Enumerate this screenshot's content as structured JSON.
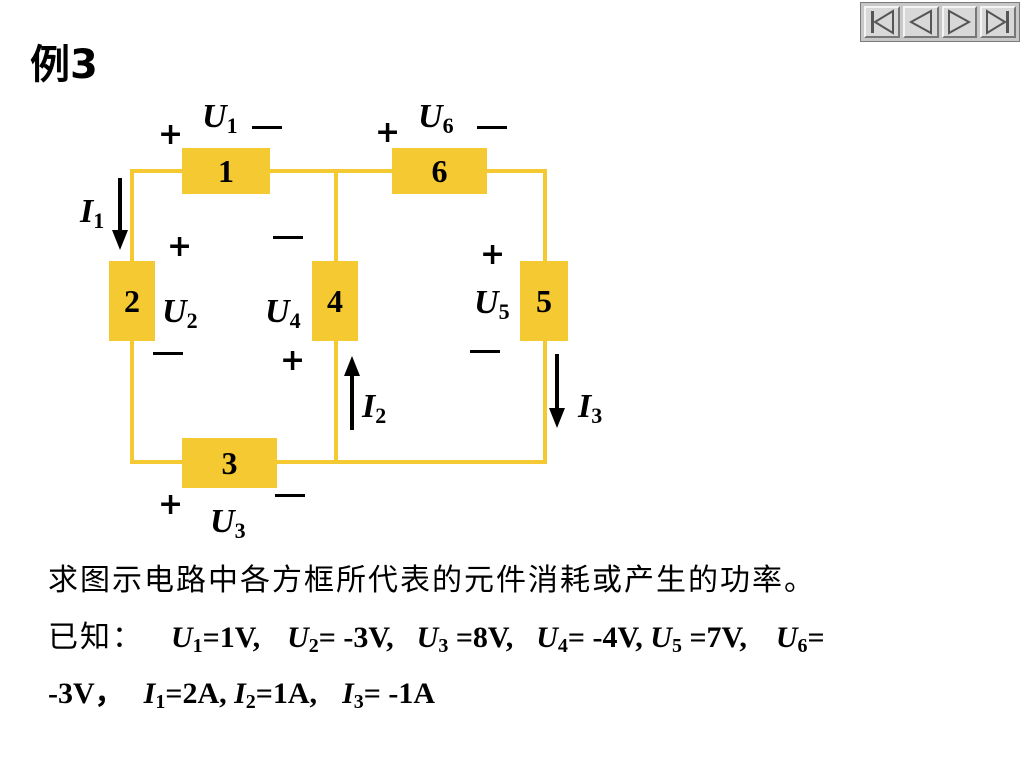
{
  "title": "例3",
  "nav": {
    "buttons": [
      "first",
      "prev",
      "next",
      "last"
    ],
    "colors": {
      "bg": "#c8c8c8",
      "button": "#d8d8d8"
    }
  },
  "colors": {
    "wire": "#f5c932",
    "element": "#f5c932",
    "arrow": "#000000"
  },
  "circuit": {
    "elements": [
      {
        "id": "1",
        "label": "1"
      },
      {
        "id": "2",
        "label": "2"
      },
      {
        "id": "3",
        "label": "3"
      },
      {
        "id": "4",
        "label": "4"
      },
      {
        "id": "5",
        "label": "5"
      },
      {
        "id": "6",
        "label": "6"
      }
    ],
    "voltages": {
      "u1": {
        "sym": "U",
        "sub": "1"
      },
      "u2": {
        "sym": "U",
        "sub": "2"
      },
      "u3": {
        "sym": "U",
        "sub": "3"
      },
      "u4": {
        "sym": "U",
        "sub": "4"
      },
      "u5": {
        "sym": "U",
        "sub": "5"
      },
      "u6": {
        "sym": "U",
        "sub": "6"
      }
    },
    "currents": {
      "i1": {
        "sym": "I",
        "sub": "1"
      },
      "i2": {
        "sym": "I",
        "sub": "2"
      },
      "i3": {
        "sym": "I",
        "sub": "3"
      }
    },
    "plus": "+"
  },
  "problem": {
    "question": "求图示电路中各方框所代表的元件消耗或产生的功率。",
    "known_label": "已知：",
    "given": {
      "u1": {
        "sym": "U",
        "sub": "1",
        "val": "=1V,"
      },
      "u2": {
        "sym": "U",
        "sub": "2",
        "val": "= -3V,"
      },
      "u3": {
        "sym": "U",
        "sub": "3",
        "val": " =8V,"
      },
      "u4": {
        "sym": "U",
        "sub": "4",
        "val": "= -4V,"
      },
      "u5": {
        "sym": "U",
        "sub": "5",
        "val": " =7V,"
      },
      "u6": {
        "sym": "U",
        "sub": "6",
        "val": "="
      },
      "u6_cont": "-3V，",
      "i1": {
        "sym": "I",
        "sub": "1",
        "val": "=2A,"
      },
      "i2": {
        "sym": "I",
        "sub": "2",
        "val": "=1A,"
      },
      "i3": {
        "sym": "I",
        "sub": "3",
        "val": "= -1A"
      }
    }
  }
}
